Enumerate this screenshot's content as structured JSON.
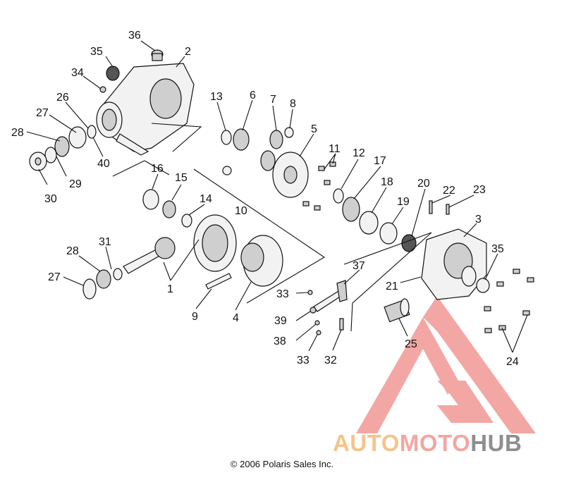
{
  "diagram": {
    "callouts": [
      "36",
      "35",
      "2",
      "34",
      "26",
      "27",
      "28",
      "29",
      "30",
      "40",
      "13",
      "6",
      "7",
      "8",
      "5",
      "16",
      "15",
      "14",
      "10",
      "11",
      "12",
      "17",
      "18",
      "19",
      "20",
      "22",
      "23",
      "3",
      "31",
      "28",
      "27",
      "1",
      "9",
      "4",
      "37",
      "33",
      "39",
      "38",
      "33",
      "32",
      "21",
      "35",
      "25",
      "24"
    ]
  },
  "copyright": "© 2006 Polaris Sales Inc.",
  "watermark": {
    "part1": "AUTO",
    "part2": "MOTO",
    "part3": "HUB",
    "colors": {
      "auto": "#f5c48a",
      "moto": "#f2a7a2",
      "hub": "#8f8f8f",
      "logo": "#ee7f7f"
    }
  }
}
